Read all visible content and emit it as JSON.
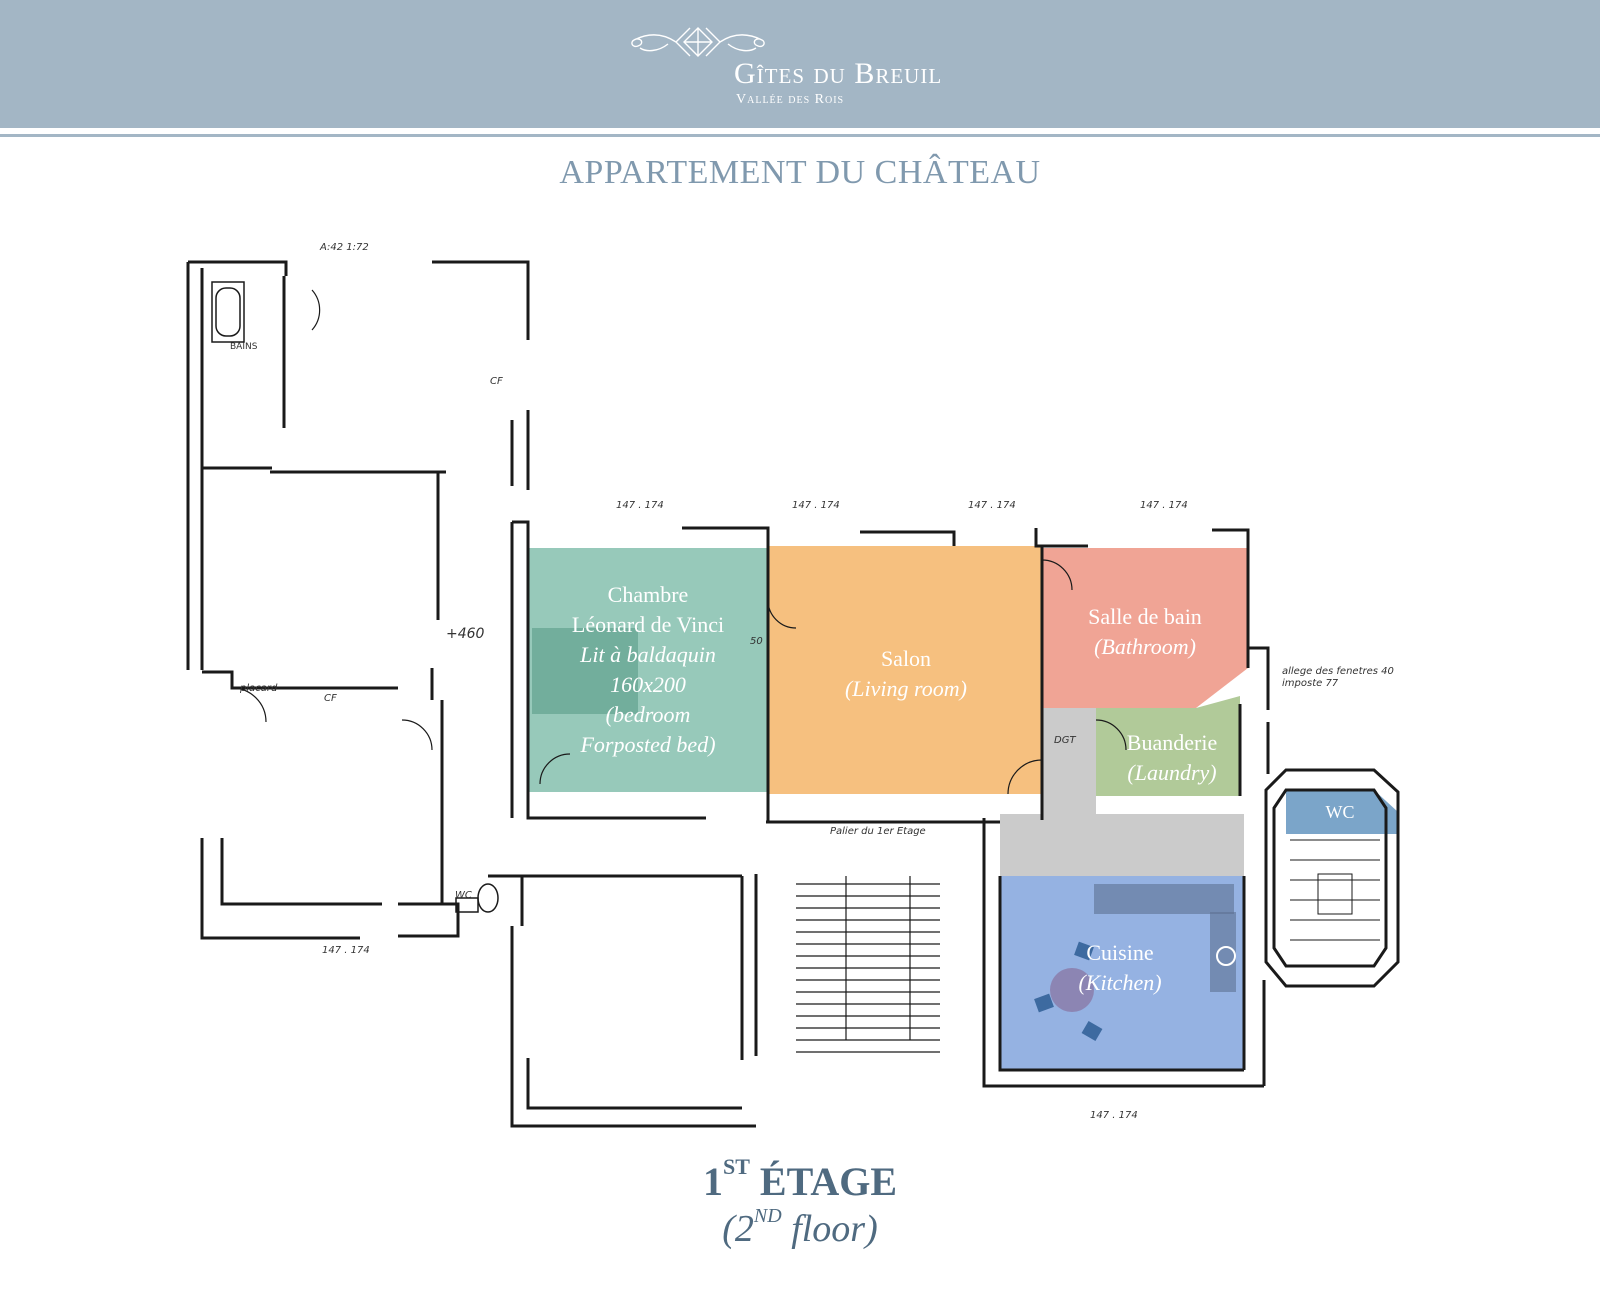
{
  "brand": {
    "name": "Gîtes du Breuil",
    "subtitle": "Vallée des Rois",
    "logo_icon": "ornament-logo-icon"
  },
  "page_title": "APPARTEMENT DU CHÂTEAU",
  "floor": {
    "number": "1",
    "suffix": "ST",
    "name": "ÉTAGE",
    "sub_open": "(2",
    "sub_suffix": "ND",
    "sub_close": " floor)"
  },
  "rooms": {
    "chambre": {
      "name_line1": "Chambre",
      "name_line2": "Léonard de Vinci",
      "details": [
        "Lit à baldaquin",
        "160x200",
        "(bedroom",
        "Forposted bed)"
      ],
      "color": "#8cc3b3"
    },
    "salon": {
      "name": "Salon",
      "translation": "(Living room)",
      "color": "#f5b971"
    },
    "sdb": {
      "name": "Salle de bain",
      "translation": "(Bathroom)",
      "color": "#ee9a8a"
    },
    "buanderie": {
      "name": "Buanderie",
      "translation": "(Laundry)",
      "color": "#a9c48e"
    },
    "wc": {
      "name": "WC",
      "color": "#6d9bc3"
    },
    "cuisine": {
      "name": "Cuisine",
      "translation": "(Kitchen)",
      "color": "#8aaadf"
    },
    "hall_color": "#c8c8c8"
  },
  "plan_annotations": {
    "palier": "Palier du 1er Etage",
    "bains": "BAINS",
    "placard": "placard",
    "wc_small": "WC",
    "level": "+460",
    "dim_top": "147 . 174",
    "dim_a": "A:42 1:72",
    "allege": "allege des fenetres 40",
    "imposte": "imposte 77",
    "cf": "CF",
    "dgt": "DGT",
    "fifty": "50"
  }
}
